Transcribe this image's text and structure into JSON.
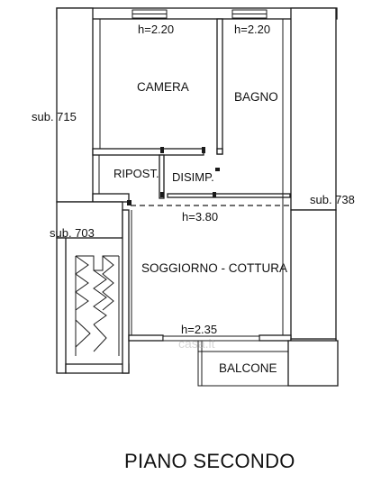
{
  "floor_title": "PIANO SECONDO",
  "rooms": {
    "camera": {
      "name": "CAMERA",
      "height": "h=2.20"
    },
    "bagno": {
      "name": "BAGNO",
      "height": "h=2.20"
    },
    "ripost": {
      "name": "RIPOST."
    },
    "disimp": {
      "name": "DISIMP."
    },
    "disimp_height": "h=3.80",
    "soggiorno": {
      "name": "SOGGIORNO - COTTURA",
      "height": "h=2.35"
    },
    "balcone": {
      "name": "BALCONE"
    }
  },
  "neighbors": {
    "left_top": "sub. 715",
    "right": "sub. 738",
    "left_bottom": "sub. 703"
  },
  "watermark": "casa.it"
}
